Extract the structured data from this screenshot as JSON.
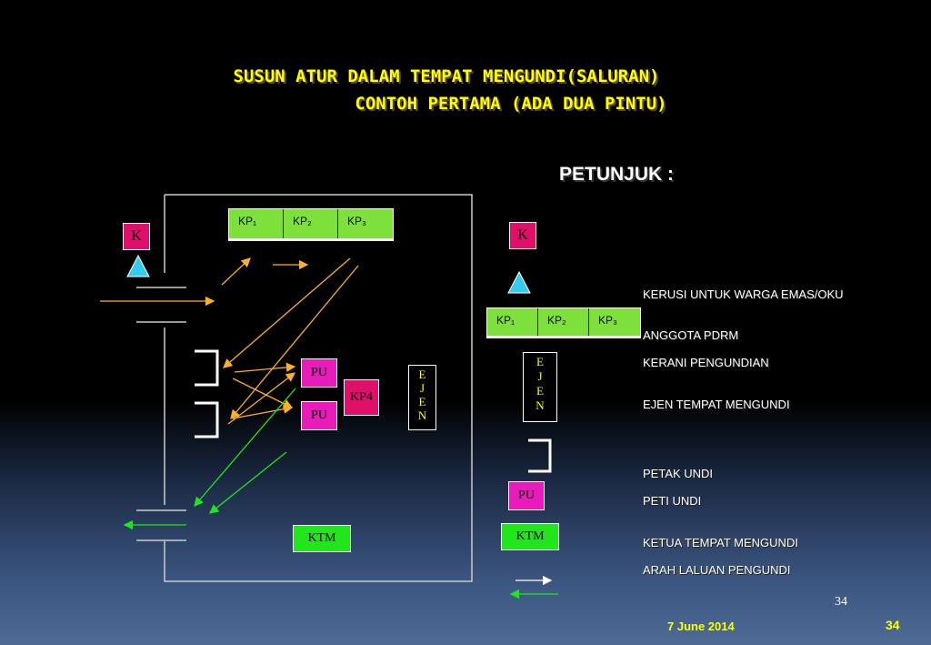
{
  "title": {
    "line1": "SUSUN ATUR DALAM TEMPAT MENGUNDI(SALURAN)",
    "line2": "CONTOH PERTAMA (ADA DUA PINTU)"
  },
  "diagram": {
    "k_label": "K",
    "kp_cells": [
      "KP₁",
      "KP₂",
      "KP₃"
    ],
    "pu_top": "PU",
    "pu_bottom": "PU",
    "kp4": "KP4",
    "ejen_letters": [
      "E",
      "J",
      "E",
      "N"
    ],
    "ktm": "KTM"
  },
  "legend": {
    "heading": "PETUNJUK :",
    "k_label": "K",
    "kp_cells": [
      "KP₁",
      "KP₂",
      "KP₃"
    ],
    "ejen_letters": [
      "E",
      "J",
      "E",
      "N"
    ],
    "pu": "PU",
    "ktm": "KTM",
    "items": {
      "kerusi": "KERUSI UNTUK WARGA EMAS/OKU",
      "pdrm": "ANGGOTA PDRM",
      "kerani": "KERANI PENGUNDIAN",
      "ejen": "EJEN TEMPAT MENGUNDI",
      "petak": "PETAK UNDI",
      "peti": "PETI UNDI",
      "ketua": "KETUA TEMPAT MENGUNDI",
      "arah": "ARAH LALUAN PENGUNDI"
    }
  },
  "footer": {
    "date": "7 June 2014",
    "slide_number": "34",
    "page_number": "34"
  },
  "colors": {
    "title": "#ffff00",
    "orange_arrow": "#ffb020",
    "green_arrow": "#22e61c",
    "k_box": "#e0106a",
    "pu_box": "#e81cba",
    "kp_cell": "#7ee03a",
    "ktm_box": "#22e61c",
    "triangle": "#33ccee"
  }
}
